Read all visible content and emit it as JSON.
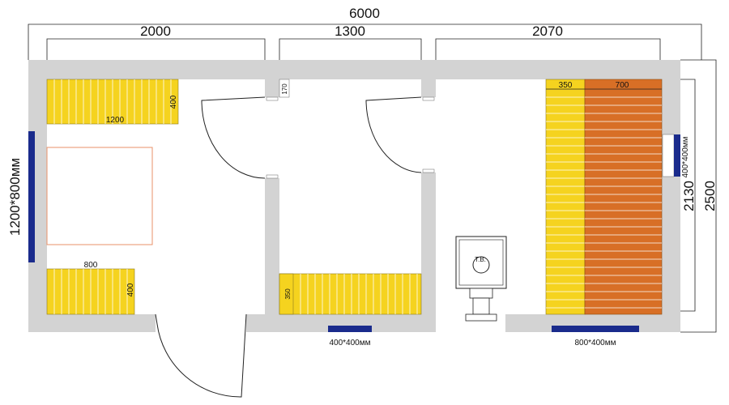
{
  "overall": {
    "length": "6000",
    "depth": "2500",
    "inner_depth": "2130"
  },
  "rooms": {
    "room1_width": "2000",
    "room2_width": "1300",
    "room3_width": "2070"
  },
  "partition": {
    "label": "170"
  },
  "benches": {
    "room1_top_length": "1200",
    "room1_top_depth": "400",
    "room1_bottom_length": "800",
    "room1_bottom_depth": "400",
    "room2_depth": "350",
    "steam_lower": "350",
    "steam_upper": "700"
  },
  "windows": {
    "left": "1200*800мм",
    "middle": "400*400мм",
    "bottom_right": "800*400мм",
    "right": "400*400мм"
  },
  "stove": {
    "label": "Т.В."
  },
  "colors": {
    "wall": "#d3d3d3",
    "bench": "#f5d31f",
    "bench_top": "#d86f26",
    "window": "#1a2b8c",
    "outline": "#e8906a"
  }
}
